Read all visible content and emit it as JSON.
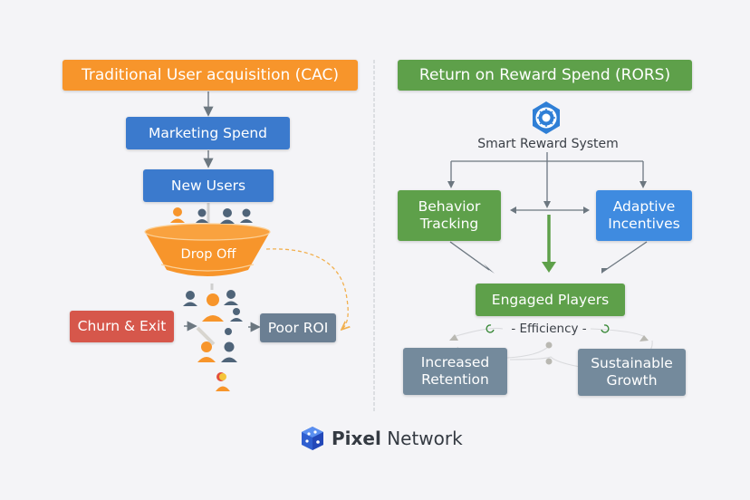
{
  "left_panel": {
    "title": "Traditional User acquisition (CAC)",
    "marketing_spend": "Marketing Spend",
    "new_users": "New Users",
    "funnel_label": "Drop Off",
    "churn": "Churn & Exit",
    "poor_roi": "Poor ROI"
  },
  "right_panel": {
    "title": "Return on Reward Spend (RORS)",
    "system_icon": "reward-hub-icon",
    "system_label": "Smart Reward System",
    "behavior_tracking": "Behavior Tracking",
    "adaptive_incentives": "Adaptive Incentives",
    "engaged_players": "Engaged Players",
    "efficiency": "Efficiency",
    "increased_retention": "Increased Retention",
    "sustainable_growth": "Sustainable Growth"
  },
  "footer": {
    "brand_bold": "Pixel",
    "brand_rest": "Network",
    "logo_icon": "pixel-cube-icon"
  },
  "colors": {
    "cac_orange": "#f7952b",
    "blue": "#3b7acd",
    "green": "#5ea04a",
    "red": "#d6574b",
    "slate": "#6b7f93"
  }
}
